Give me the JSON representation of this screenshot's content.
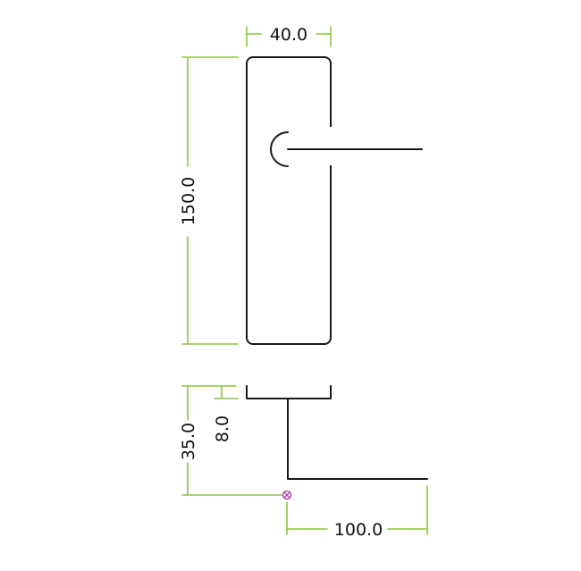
{
  "drawing": {
    "dimensions": {
      "plate_width": "40.0",
      "plate_height": "150.0",
      "projection_total": "35.0",
      "rose_thickness": "8.0",
      "lever_length": "100.0"
    },
    "colors": {
      "outline": "#1a1a1a",
      "dimension_line": "#8cc63f",
      "origin_marker": "#b14aa6"
    },
    "icons": {
      "origin": "origin-cross-circle-icon"
    }
  }
}
